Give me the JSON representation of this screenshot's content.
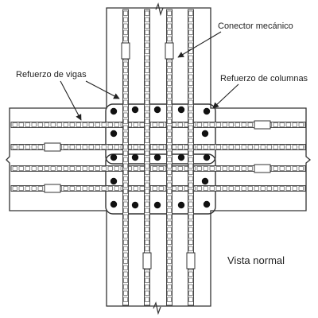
{
  "labels": {
    "connector": "Conector mecánico",
    "beam_reinforcement": "Refuerzo de vigas",
    "column_reinforcement": "Refuerzo de columnas",
    "view": "Vista normal"
  }
}
